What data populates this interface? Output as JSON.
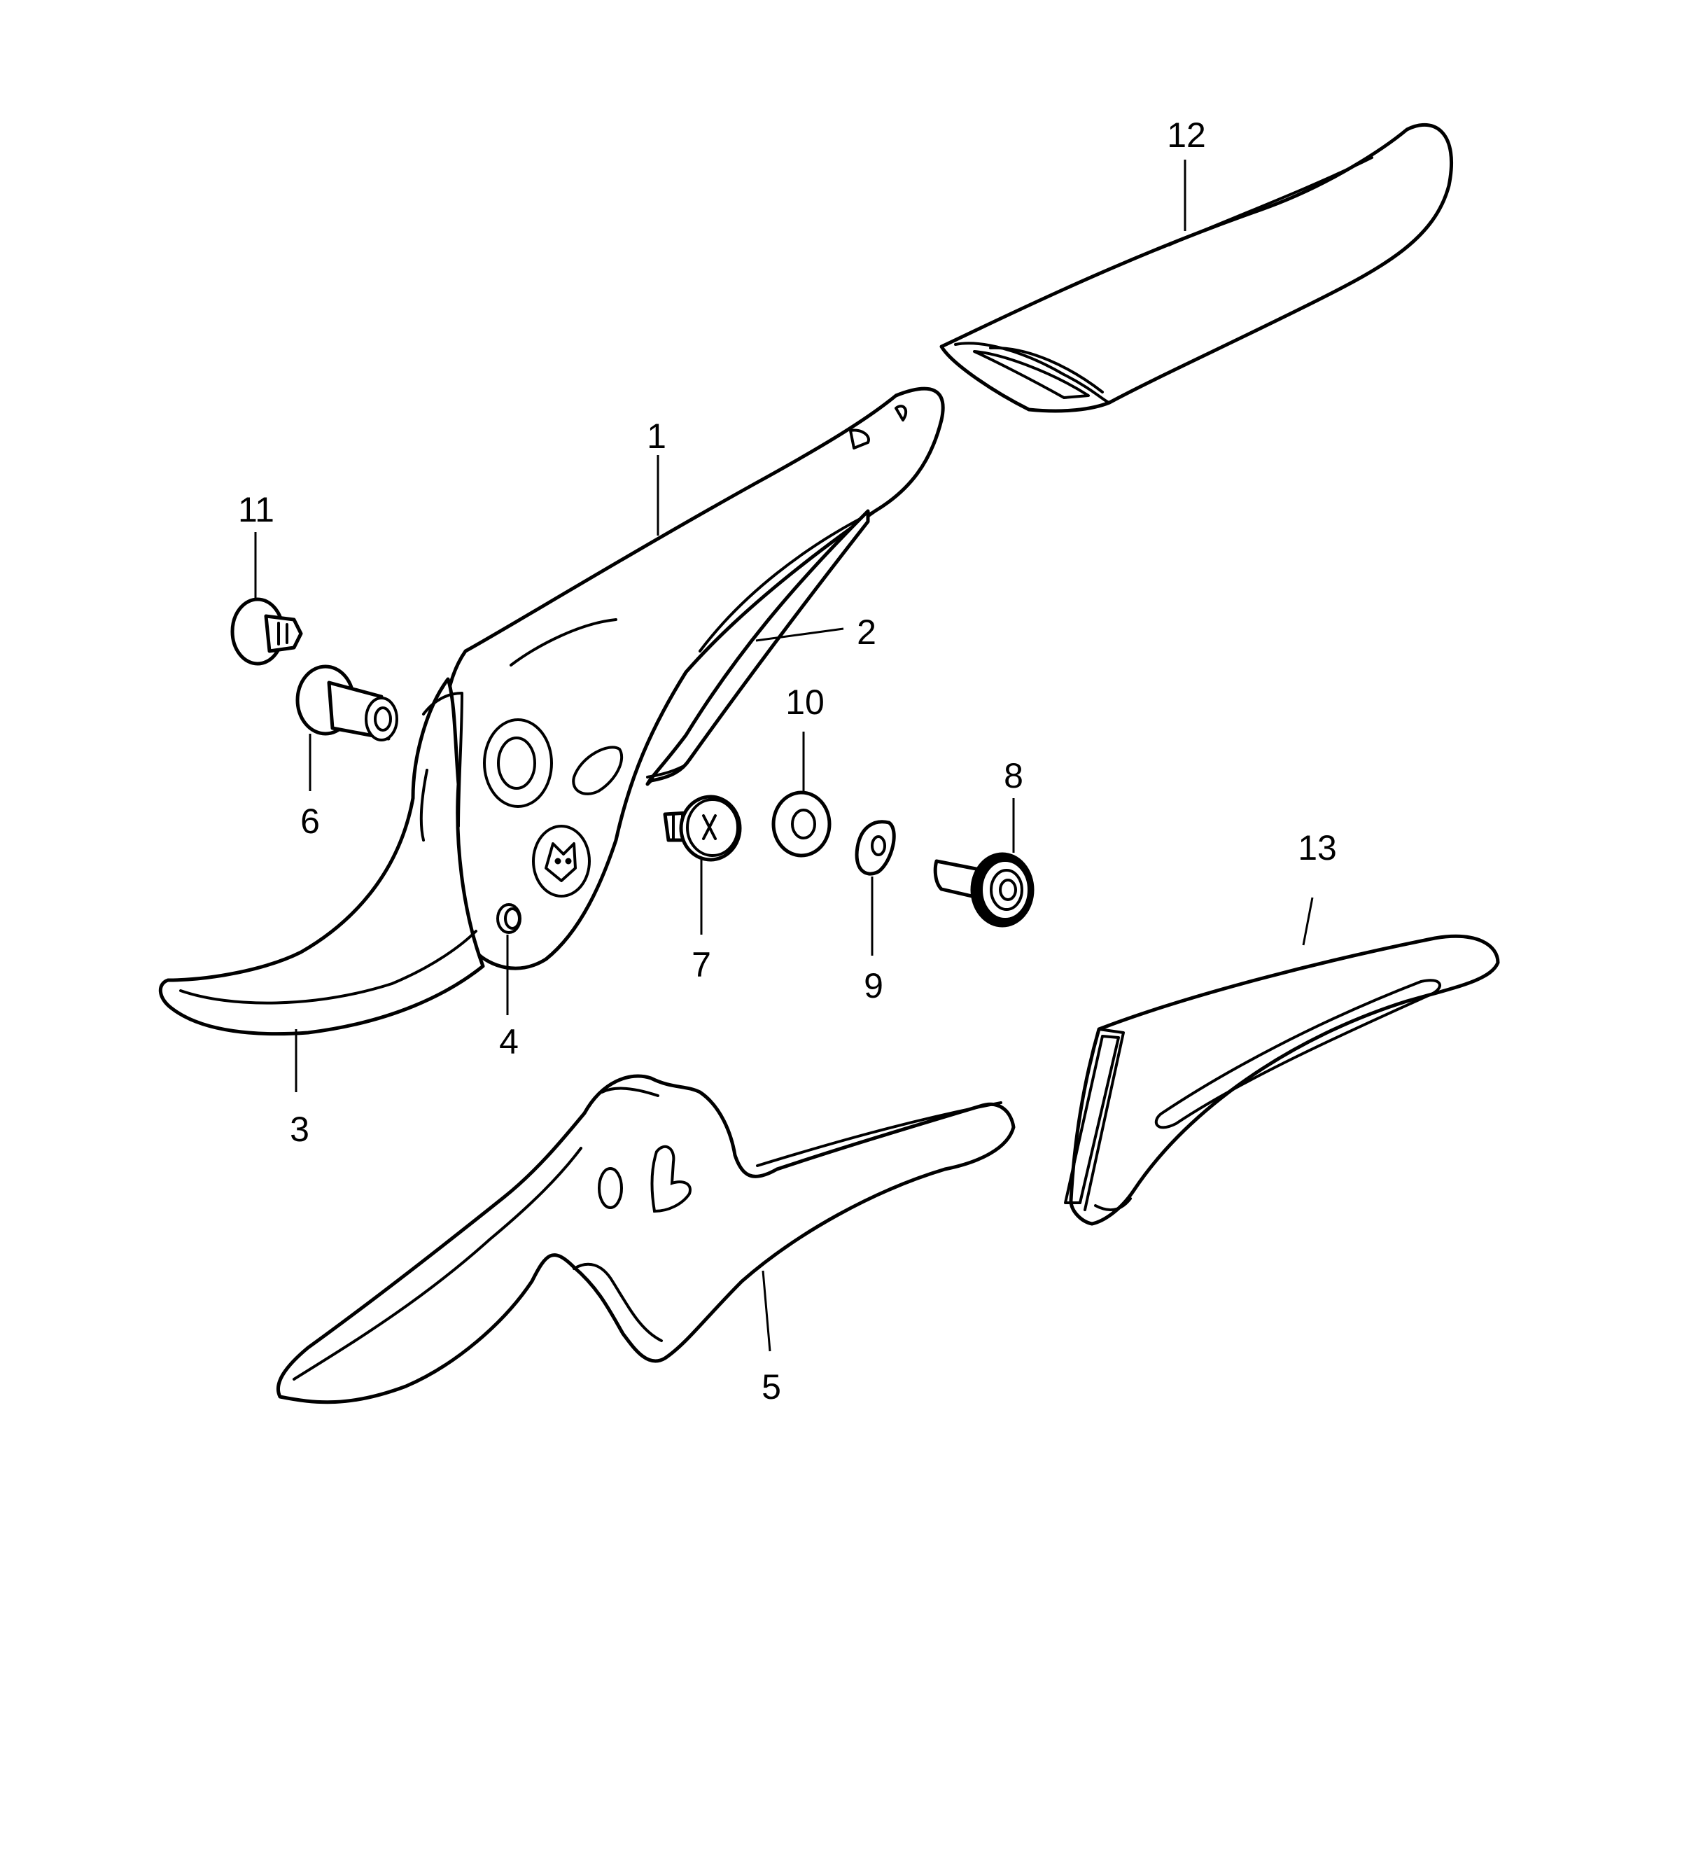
{
  "diagram": {
    "type": "exploded-parts-view",
    "line_color": "#000000",
    "background_color": "#ffffff",
    "callouts": [
      {
        "id": "1",
        "label": "1"
      },
      {
        "id": "2",
        "label": "2"
      },
      {
        "id": "3",
        "label": "3"
      },
      {
        "id": "4",
        "label": "4"
      },
      {
        "id": "5",
        "label": "5"
      },
      {
        "id": "6",
        "label": "6"
      },
      {
        "id": "7",
        "label": "7"
      },
      {
        "id": "8",
        "label": "8"
      },
      {
        "id": "9",
        "label": "9"
      },
      {
        "id": "10",
        "label": "10"
      },
      {
        "id": "11",
        "label": "11"
      },
      {
        "id": "12",
        "label": "12"
      },
      {
        "id": "13",
        "label": "13"
      }
    ]
  }
}
